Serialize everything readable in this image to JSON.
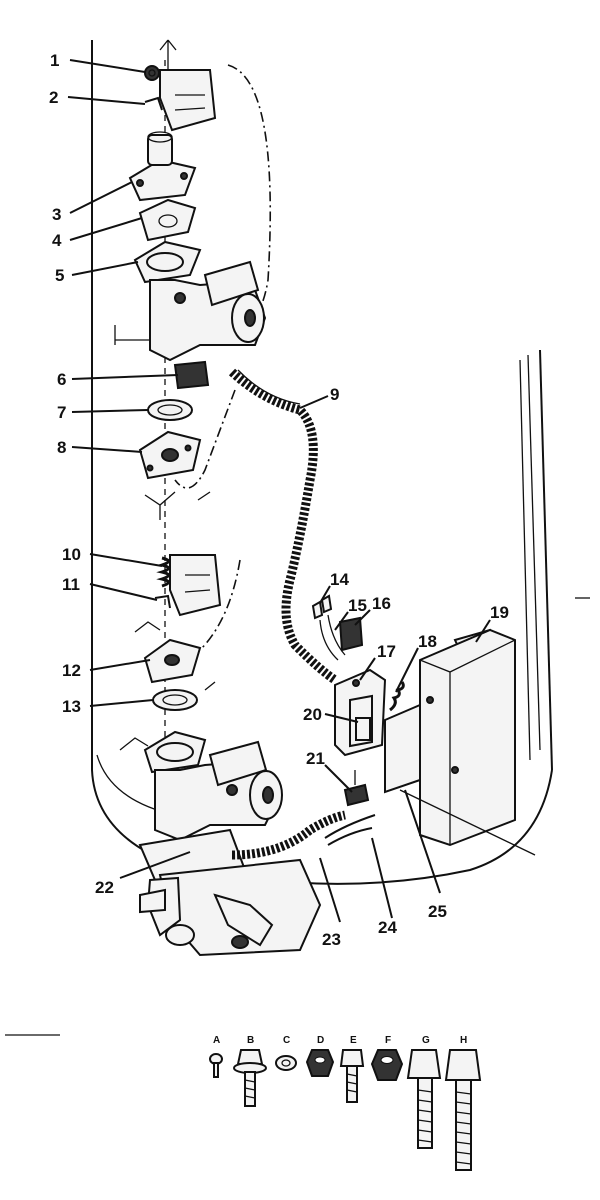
{
  "callouts": [
    {
      "id": "1",
      "text": "1"
    },
    {
      "id": "2",
      "text": "2"
    },
    {
      "id": "3",
      "text": "3"
    },
    {
      "id": "4",
      "text": "4"
    },
    {
      "id": "5",
      "text": "5"
    },
    {
      "id": "6",
      "text": "6"
    },
    {
      "id": "7",
      "text": "7"
    },
    {
      "id": "8",
      "text": "8"
    },
    {
      "id": "9",
      "text": "9"
    },
    {
      "id": "10",
      "text": "10"
    },
    {
      "id": "11",
      "text": "11"
    },
    {
      "id": "12",
      "text": "12"
    },
    {
      "id": "13",
      "text": "13"
    },
    {
      "id": "14",
      "text": "14"
    },
    {
      "id": "15",
      "text": "15"
    },
    {
      "id": "16",
      "text": "16"
    },
    {
      "id": "17",
      "text": "17"
    },
    {
      "id": "18",
      "text": "18"
    },
    {
      "id": "19",
      "text": "19"
    },
    {
      "id": "20",
      "text": "20"
    },
    {
      "id": "21",
      "text": "21"
    },
    {
      "id": "22",
      "text": "22"
    },
    {
      "id": "23",
      "text": "23"
    },
    {
      "id": "24",
      "text": "24"
    },
    {
      "id": "25",
      "text": "25"
    }
  ],
  "hardware": [
    {
      "letter": "A",
      "kind": "screw"
    },
    {
      "letter": "B",
      "kind": "flange-bolt"
    },
    {
      "letter": "C",
      "kind": "washer"
    },
    {
      "letter": "D",
      "kind": "nut"
    },
    {
      "letter": "E",
      "kind": "short-bolt"
    },
    {
      "letter": "F",
      "kind": "nut"
    },
    {
      "letter": "G",
      "kind": "long-bolt"
    },
    {
      "letter": "H",
      "kind": "longest-bolt"
    }
  ]
}
